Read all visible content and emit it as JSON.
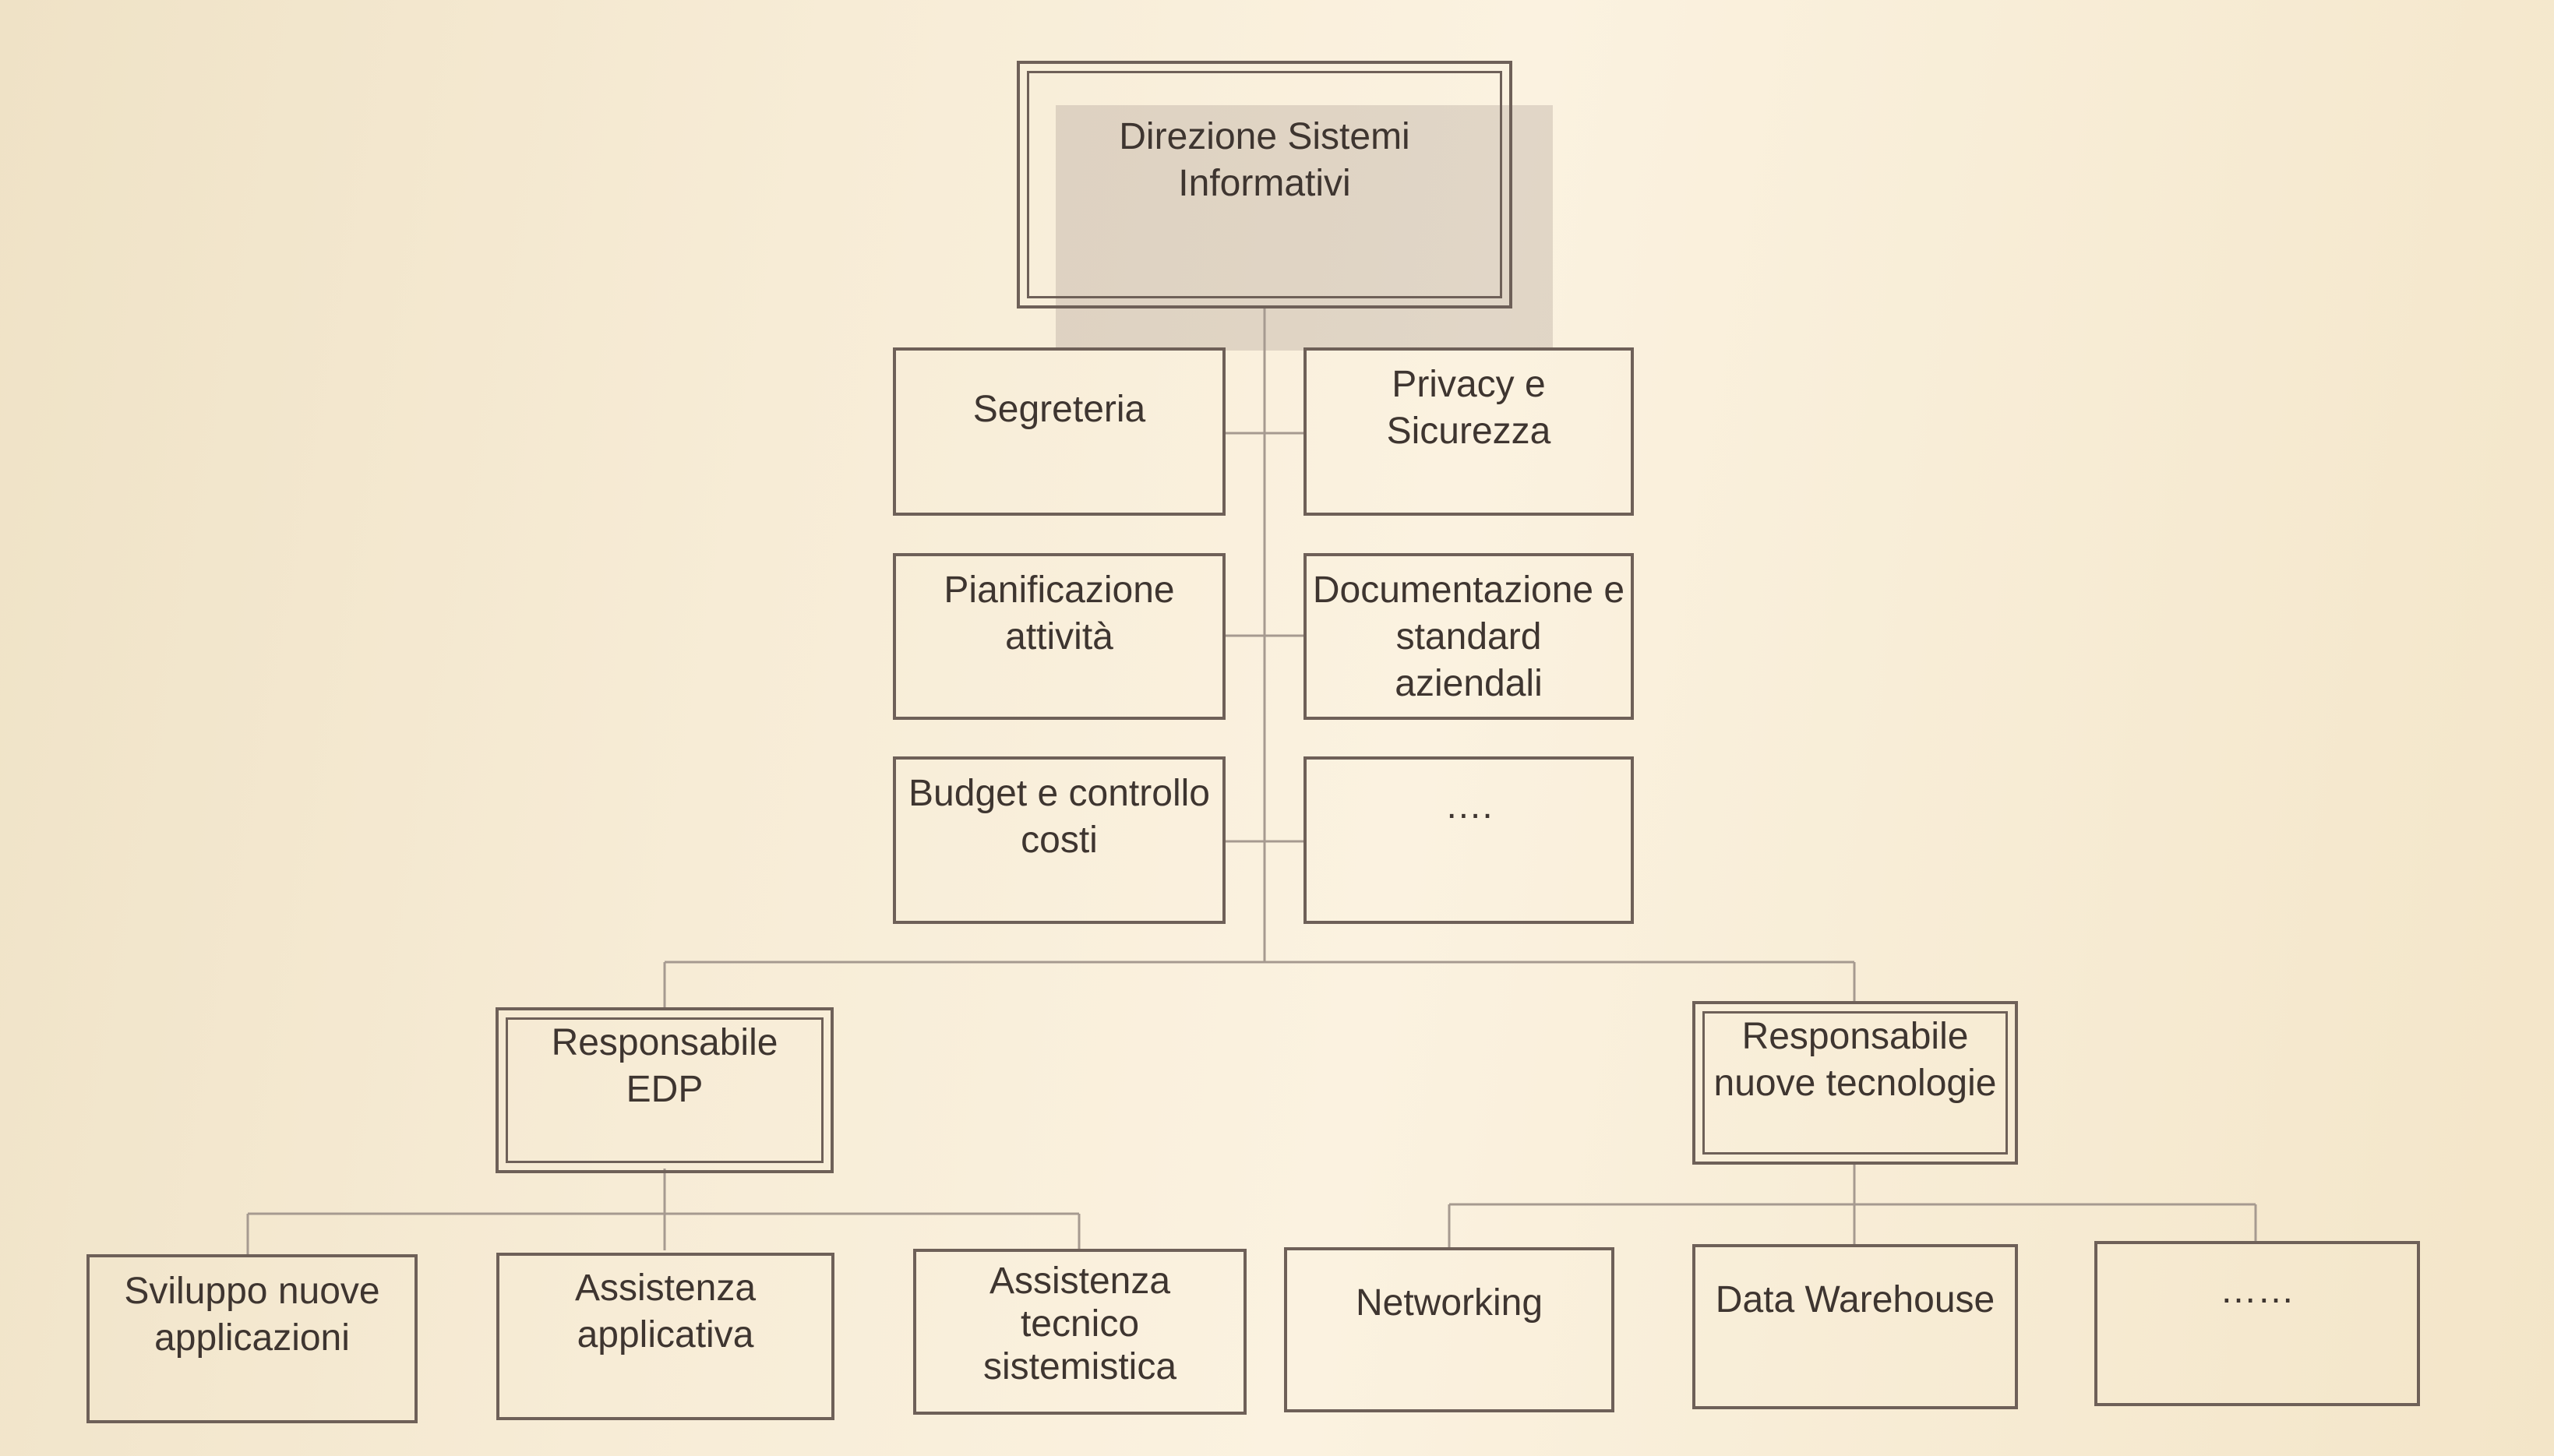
{
  "top": {
    "label": "Direzione Sistemi\nInformativi"
  },
  "staff": {
    "segreteria": "Segreteria",
    "privacy": "Privacy e\nSicurezza",
    "pianificazione": "Pianificazione\nattività",
    "documentazione": "Documentazione e\nstandard\naziendali",
    "budget": "Budget e controllo\ncosti",
    "altro": "…."
  },
  "managers": {
    "edp": "Responsabile\nEDP",
    "nuove_tecnologie": "Responsabile\nnuove tecnologie"
  },
  "units": {
    "sviluppo": "Sviluppo nuove\napplicazioni",
    "assistenza_applicativa": "Assistenza\napplicativa",
    "assistenza_tecnico": "Assistenza\ntecnico\nsistemistica",
    "networking": "Networking",
    "data_warehouse": "Data Warehouse",
    "altro": "……"
  },
  "colors": {
    "line": "#6e6058",
    "text": "#3e3530"
  }
}
